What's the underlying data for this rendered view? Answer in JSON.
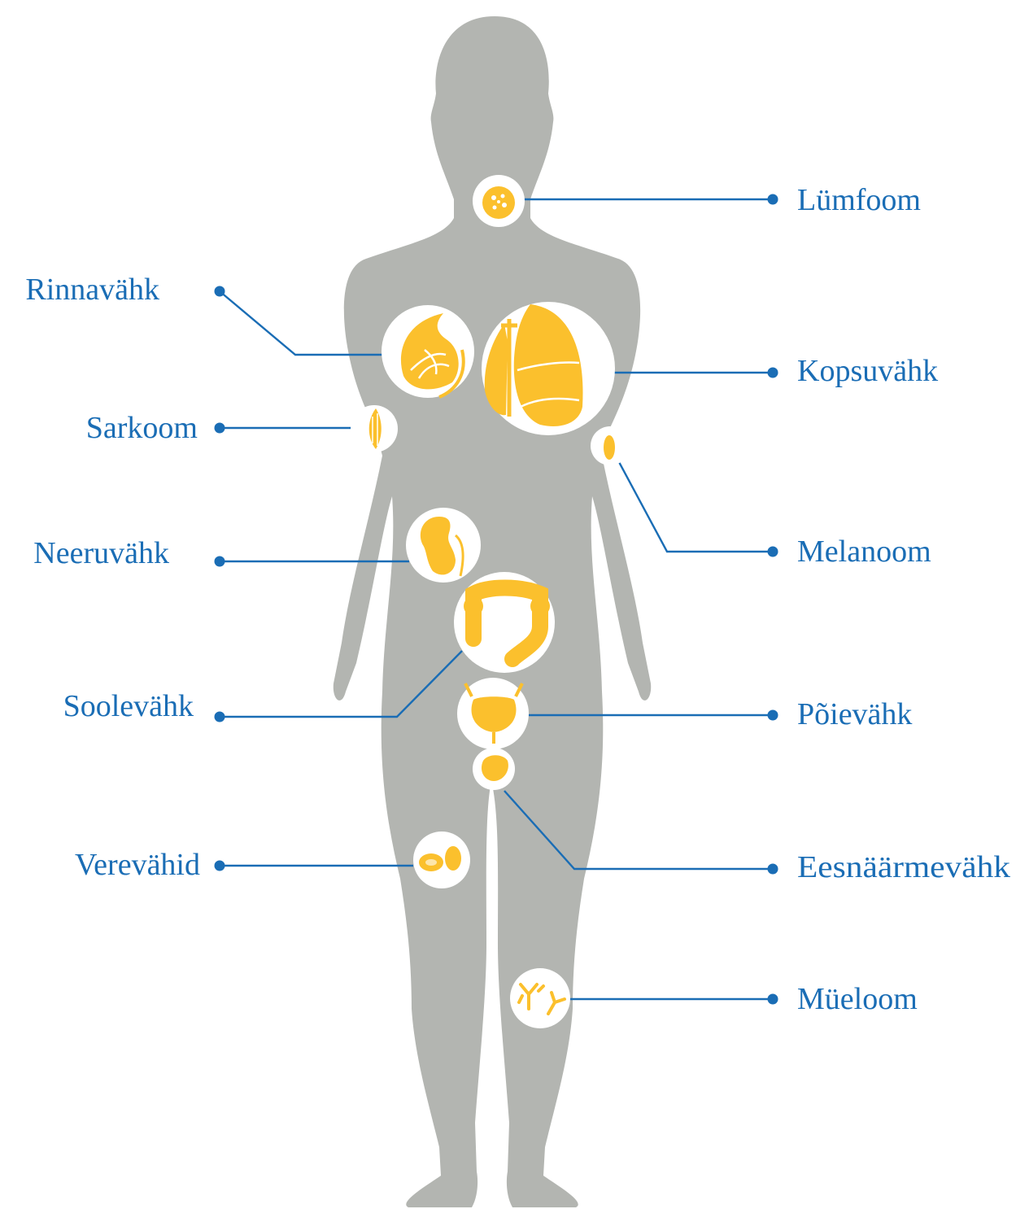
{
  "colors": {
    "body": "#b3b5b1",
    "organ": "#fbc02d",
    "label": "#1a6db5",
    "badge": "#ffffff"
  },
  "labels": {
    "lumfoom": "Lümfoom",
    "rinnavahk": "Rinnavähk",
    "kopsuvahk": "Kopsuvähk",
    "sarkoom": "Sarkoom",
    "melanoom": "Melanoom",
    "neeruvahk": "Neeruvähk",
    "soolevahk": "Soolevähk",
    "poievahk": "Põievähk",
    "eesnaarmevahk": "Eesnäärmevähk",
    "verevahid": "Verevähid",
    "mueloom": "Müeloom"
  },
  "icons": {
    "lumfoom": "lymph-node-icon",
    "rinnavahk": "breast-icon",
    "kopsuvahk": "lung-icon",
    "sarkoom": "muscle-icon",
    "melanoom": "skin-mole-icon",
    "neeruvahk": "kidney-icon",
    "soolevahk": "colon-icon",
    "poievahk": "bladder-icon",
    "eesnaarmevahk": "prostate-icon",
    "verevahid": "blood-cell-icon",
    "mueloom": "antibody-icon"
  }
}
